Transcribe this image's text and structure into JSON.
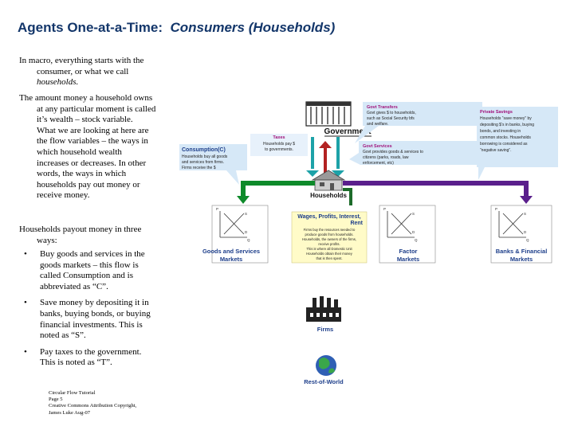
{
  "title": {
    "part1": "Agents One-at-a-Time:",
    "part2": "Consumers (Households)"
  },
  "intro": {
    "p1_first": "In macro, everything starts with the",
    "p1_rest": [
      "consumer, or what we call",
      "households."
    ],
    "p2_first": "The amount money a household owns",
    "p2_rest": [
      "at any particular moment is called",
      "it’s wealth – stock variable.",
      "What we are looking at here are",
      "the flow variables – the ways in",
      "which household wealth",
      "increases or decreases.  In other",
      "words, the ways in which",
      "households pay out money or",
      "receive money."
    ]
  },
  "payout": {
    "first": "Households payout money in three",
    "rest": "ways:",
    "bullet_char": "•",
    "bullets": [
      [
        "Buy goods and services in the",
        "goods markets – this flow is",
        "called Consumption and is",
        "abbreviated as “C”."
      ],
      [
        "Save money by depositing it in",
        "banks, buying bonds, or buying",
        "financial investments. This is",
        "noted as “S”."
      ],
      [
        "Pay taxes to the government.",
        "This is noted as “T”."
      ]
    ]
  },
  "credit": [
    "Circular Flow Tutorial",
    "Page 5",
    "Creative Commons Attribution Copyright,",
    "James Luke Aug-07"
  ],
  "diagram": {
    "colors": {
      "consumption": "#0e8a2a",
      "savings": "#5a1f8c",
      "taxes": "#b22222",
      "transfers": "#1da2a8",
      "callout": "#d6e8f7",
      "wage_box": "#fffbc8",
      "accent_label": "#a0107a"
    },
    "government_label": "Government",
    "households_label": "Households",
    "firms_label": "Firms",
    "row_label": "Rest-of-World",
    "goods_market": [
      "Goods and Services",
      "Markets"
    ],
    "factor_market": [
      "Factor",
      "Markets"
    ],
    "financial_market": [
      "Banks & Financial",
      "Markets"
    ],
    "gov_transfers": {
      "title": "Govt Transfers",
      "lines": [
        "Govt gives $ to households,",
        "such as Social Security bfs",
        "and welfare."
      ]
    },
    "gov_services": {
      "title": "Govt Services",
      "lines": [
        "Govt provides goods & services to",
        "citizens (parks, roads, law",
        "enforcement, etc)"
      ]
    },
    "private_savings": {
      "title": "Private Savings",
      "lines": [
        "Households “save money” by",
        "depositing $’s in banks, buying",
        "bonds, and investing in",
        "common stocks. Households",
        "borrowing is considered as",
        "“negative saving”."
      ]
    },
    "taxes": {
      "title": "Taxes",
      "lines": [
        "Households pay $",
        "to governments."
      ]
    },
    "consumption": {
      "title": "Consumption(C)",
      "lines": [
        "Households buy all goods",
        "and services from firms.",
        "Firms receive the $"
      ]
    },
    "wages": {
      "title": [
        "Wages, Profits, Interest,",
        "Rent"
      ],
      "lines": [
        "Firms buy the resources needed to",
        "produce goods from households.",
        "Households, the owners of the firms,",
        "receive profits.",
        "This is where all Domestic Unit",
        "Households obtain their money",
        "that is then spent."
      ]
    },
    "axis_labels": {
      "y": "P",
      "x": "Q",
      "s": "S",
      "d": "D"
    }
  }
}
